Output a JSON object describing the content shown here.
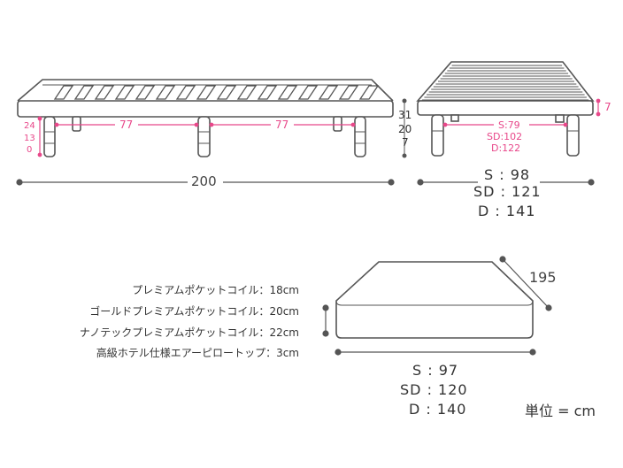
{
  "colors": {
    "line": "#555555",
    "accent": "#e8488a"
  },
  "side_view": {
    "length": "200",
    "segment_left": "77",
    "segment_right": "77",
    "leg_heights_pink": [
      "24",
      "13",
      "0"
    ],
    "leg_heights_right": [
      "31",
      "20",
      "7"
    ]
  },
  "end_view": {
    "frame_height": "7",
    "inner_widths": [
      "S:79",
      "SD:102",
      "D:122"
    ],
    "widths": [
      "S : 98",
      "SD : 121",
      "D : 141"
    ]
  },
  "mattress": {
    "length": "195",
    "widths": [
      "S : 97",
      "SD : 120",
      "D : 140"
    ],
    "specs": [
      {
        "name": "プレミアムポケットコイル：",
        "value": "18cm"
      },
      {
        "name": "ゴールドプレミアムポケットコイル：",
        "value": "20cm"
      },
      {
        "name": "ナノテックプレミアムポケットコイル：",
        "value": "22cm"
      },
      {
        "name": "高級ホテル仕様エアーピロートップ：",
        "value": "3cm"
      }
    ]
  },
  "unit": "単位 = cm"
}
